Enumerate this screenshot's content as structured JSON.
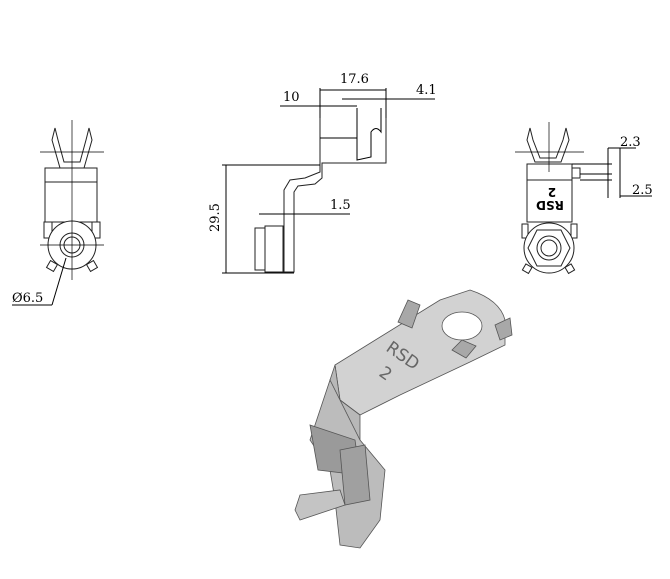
{
  "views": {
    "side": {
      "dimensions": {
        "width_top": "17.6",
        "offset_left": "10",
        "offset_right": "4.1",
        "height": "29.5",
        "thickness": "1.5"
      }
    },
    "front": {
      "dimensions": {
        "hole_diameter": "Ø6.5"
      }
    },
    "back": {
      "dimensions": {
        "upper": "2.3",
        "lower": "2.5"
      },
      "marking_line1": "RSD",
      "marking_line2": "2"
    },
    "isometric": {
      "marking_line1": "RSD",
      "marking_line2": "2"
    }
  },
  "colors": {
    "line": "#000000",
    "part_fill": "#c8c8c8",
    "part_dark": "#8a8a8a"
  }
}
